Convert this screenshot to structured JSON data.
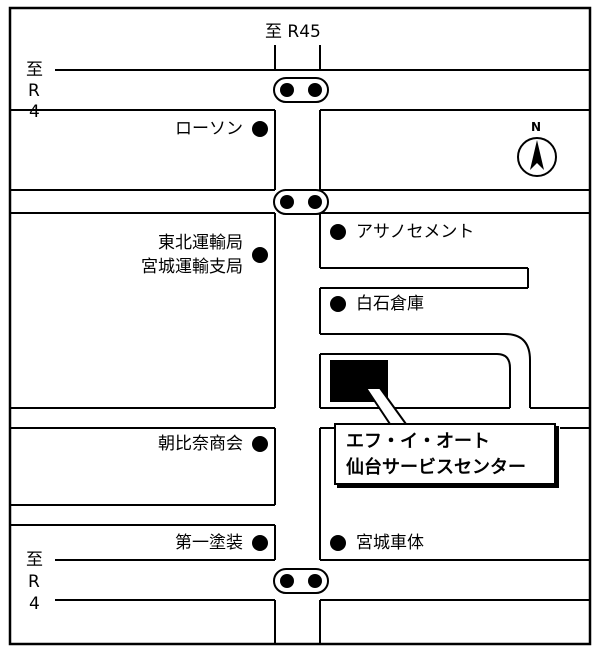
{
  "map": {
    "road_labels": {
      "top": "至 R45",
      "left_upper": [
        "至",
        "R",
        "4"
      ],
      "left_lower": [
        "至",
        "R",
        "4"
      ]
    },
    "compass": {
      "north": "N"
    },
    "landmarks": {
      "lawson": "ローソン",
      "tohoku_transport_1": "東北運輸局",
      "tohoku_transport_2": "宮城運輸支局",
      "asano_cement": "アサノセメント",
      "shiraishi_warehouse": "白石倉庫",
      "asahina_shokai": "朝比奈商会",
      "daiichi_tosou": "第一塗装",
      "miyagi_shatai": "宮城車体"
    },
    "destination": {
      "line1": "エフ・イ・オート",
      "line2": "仙台サービスセンター"
    },
    "colors": {
      "ink": "#000000",
      "background": "#ffffff"
    }
  }
}
